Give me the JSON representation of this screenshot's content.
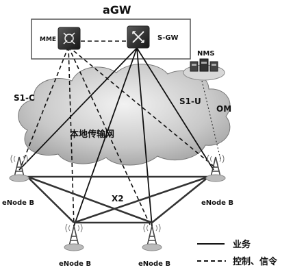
{
  "diagram": {
    "title": "aGW",
    "core": {
      "mme_label": "MME",
      "sgw_label": "S-GW"
    },
    "nms_label": "NMS",
    "cloud_label": "本地传输网",
    "interfaces": {
      "s1c": "S1-C",
      "s1u": "S1-U",
      "om": "OM",
      "x2": "X2"
    },
    "enodeb_label": "eNode B",
    "enodebs": [
      {
        "label": "eNode B"
      },
      {
        "label": "eNode B"
      },
      {
        "label": "eNode B"
      },
      {
        "label": "eNode B"
      }
    ],
    "legend": {
      "service": "业务",
      "control": "控制、信令"
    }
  }
}
